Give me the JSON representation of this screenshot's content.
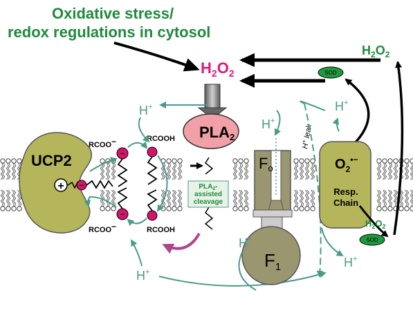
{
  "title": {
    "line1": "Oxidative stress/",
    "line2": "redox regulations in cytosol"
  },
  "labels": {
    "h2o2_center": "H",
    "h2o2_center_sub": "2",
    "h2o2_center_o": "O",
    "h2o2_center_sub2": "2",
    "h2o2_right": "H",
    "h2o2_right_sub": "2",
    "h2o2_right_o": "O",
    "h2o2_right_sub2": "2",
    "h2o2_bottom": "H",
    "h2o2_bottom_sub": "2",
    "h2o2_bottom_o": "O",
    "h2o2_bottom_sub2": "2",
    "pla2": "PLA",
    "pla2_sub": "2",
    "ucp2": "UCP2",
    "plus_sign": "+",
    "minus_sign": "−",
    "rcoo_top": "RCOO",
    "rcooh_top": "RCOOH",
    "rcoo_bottom": "RCOO",
    "rcooh_bottom": "RCOOH",
    "pla_cleavage_1": "PLA",
    "pla_cleavage_1_sub": "2",
    "pla_cleavage_1_tail": "-",
    "pla_cleavage_2": "assisted",
    "pla_cleavage_3": "cleavage",
    "h_plus": "H",
    "h_plus_sup": "+",
    "h_leak": "H",
    "h_leak_sup": "+",
    "h_leak_tail": "leak",
    "fo": "F",
    "fo_sub": "o",
    "f1": "F",
    "f1_sub": "1",
    "o2": "O",
    "o2_sub": "2",
    "o2_sup": "•−",
    "resp_1": "Resp.",
    "resp_2": "Chain",
    "sod_top": "SOD",
    "sod_bottom": "SOD"
  },
  "colors": {
    "title_green": "#1e8a3c",
    "h2o2_magenta": "#e0187a",
    "teal_arrow": "#4a9a8a",
    "olive": "#b5b55c",
    "olive_dark": "#7a7a3c",
    "f_gray": "#9a9670",
    "pla_pink": "#f2a0a8",
    "magenta_head": "#d4146a",
    "sod_green": "#1e9a3c",
    "membrane_gray": "#555555"
  }
}
